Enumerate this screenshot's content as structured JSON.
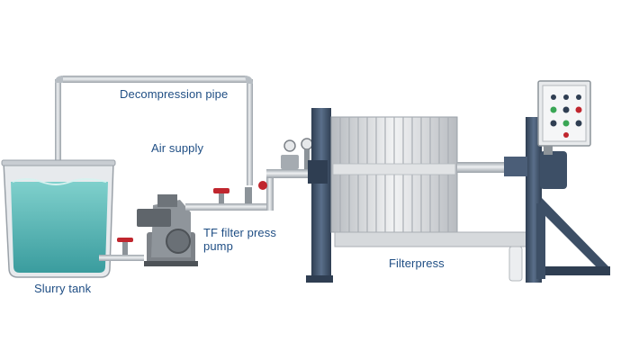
{
  "labels": {
    "decompression_pipe": "Decompression pipe",
    "air_supply": "Air supply",
    "pump": "TF filter press pump",
    "slurry_tank": "Slurry tank",
    "filterpress": "Filterpress"
  },
  "colors": {
    "label_text": "#1f4e84",
    "pipe": "#c9cdd2",
    "pipe_edge": "#9aa1a8",
    "slurry": "#4fb3b3",
    "tank_rim": "#b8bec4",
    "frame_blue": "#3d4f66",
    "plates": "#d8dadd",
    "valve_red": "#c0262e",
    "pump_gray": "#7d8288"
  }
}
